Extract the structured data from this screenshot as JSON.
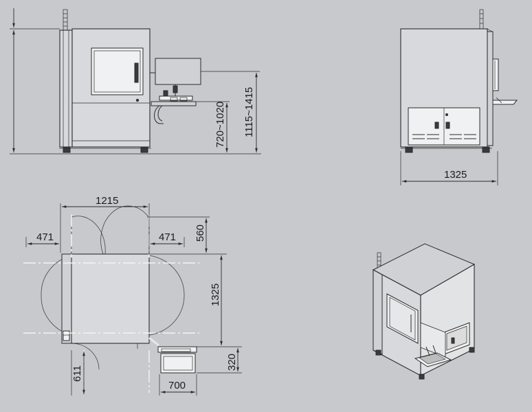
{
  "dimensions": {
    "front_table_height": "720~1020",
    "front_monitor_height": "1115~1415",
    "side_depth": "1325",
    "top_width": "1215",
    "top_door_left": "471",
    "top_door_right": "471",
    "top_door_depth": "560",
    "top_depth": "1325",
    "top_tray_offset": "320",
    "top_tray_width": "700",
    "top_front_clearance": "611"
  },
  "colors": {
    "background": "#c7c9cc",
    "line": "#2b2b2b",
    "centerline": "#f4f4f4"
  }
}
